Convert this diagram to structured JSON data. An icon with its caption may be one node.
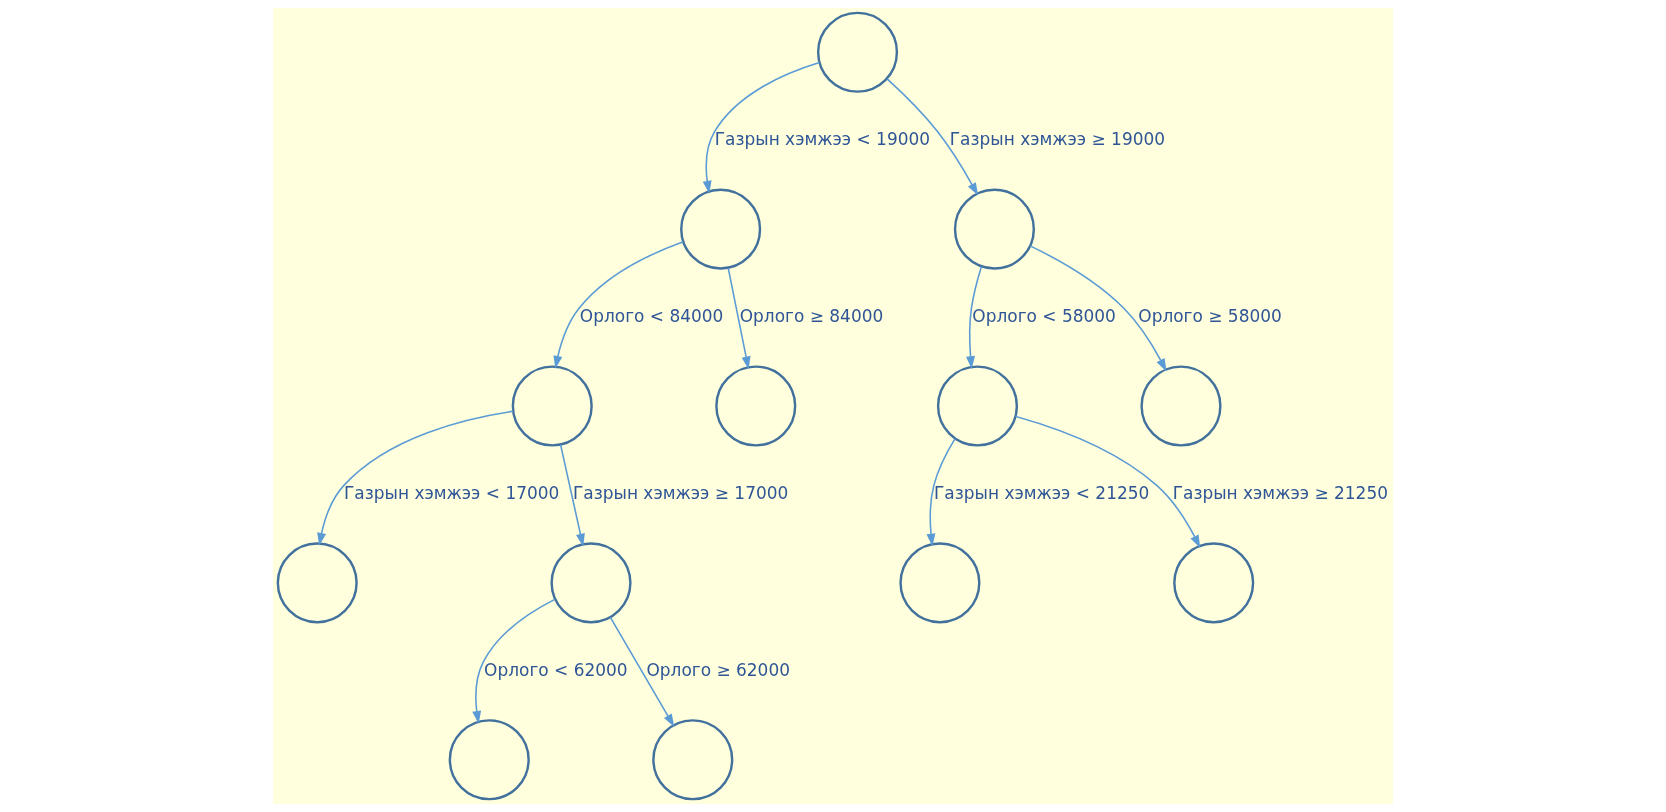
{
  "diagram": {
    "nodes": [
      {
        "text": [],
        "shape": "circle"
      },
      {
        "text": [],
        "shape": "circle"
      },
      {
        "text": [],
        "shape": "circle"
      },
      {
        "text": [],
        "shape": "circle"
      },
      {
        "text": [],
        "shape": "circle"
      },
      {
        "text": [],
        "shape": "circle"
      },
      {
        "text": [],
        "shape": "circle"
      },
      {
        "text": [],
        "shape": "circle"
      },
      {
        "text": [],
        "shape": "circle"
      },
      {
        "text": [],
        "shape": "circle"
      },
      {
        "text": [],
        "shape": "circle"
      },
      {
        "text": [],
        "shape": "circle"
      },
      {
        "text": [],
        "shape": "circle"
      }
    ],
    "edges": [
      {
        "from": 0,
        "to": 1,
        "arrow": "to",
        "label": "Газрын хэмжээ < 19000"
      },
      {
        "from": 0,
        "to": 2,
        "arrow": "to",
        "label": "Газрын хэмжээ ≥ 19000"
      },
      {
        "from": 1,
        "to": 3,
        "arrow": "to",
        "label": "Орлого < 84000"
      },
      {
        "from": 1,
        "to": 4,
        "arrow": "to",
        "label": "Орлого ≥ 84000"
      },
      {
        "from": 2,
        "to": 5,
        "arrow": "to",
        "label": "Орлого < 58000"
      },
      {
        "from": 2,
        "to": 6,
        "arrow": "to",
        "label": "Орлого ≥ 58000"
      },
      {
        "from": 3,
        "to": 7,
        "arrow": "to",
        "label": "Газрын хэмжээ < 17000"
      },
      {
        "from": 3,
        "to": 8,
        "arrow": "to",
        "label": "Газрын хэмжээ ≥ 17000"
      },
      {
        "from": 5,
        "to": 9,
        "arrow": "to",
        "label": "Газрын хэмжээ < 21250"
      },
      {
        "from": 5,
        "to": 10,
        "arrow": "to",
        "label": "Газрын хэмжээ ≥ 21250"
      },
      {
        "from": 8,
        "to": 11,
        "arrow": "to",
        "label": "Орлого < 62000"
      },
      {
        "from": 8,
        "to": 12,
        "arrow": "to",
        "label": "Орлого ≥ 62000"
      }
    ]
  }
}
